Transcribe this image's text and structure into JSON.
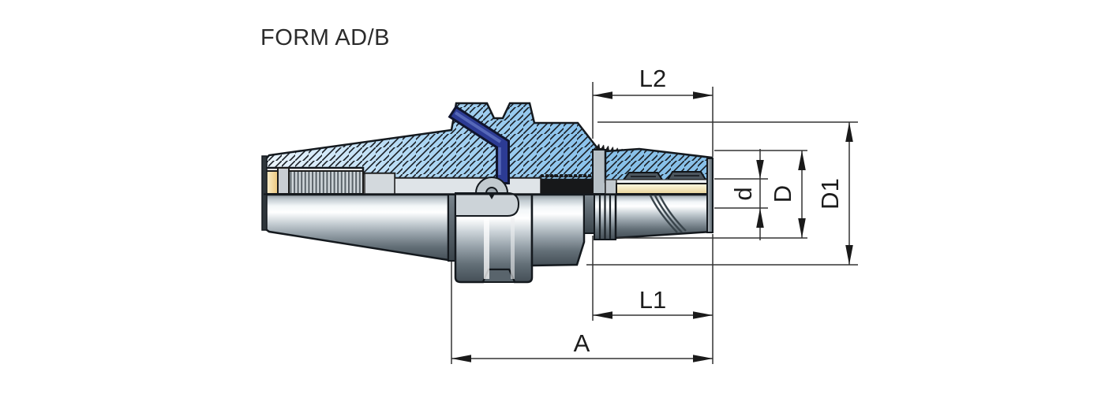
{
  "title": "FORM AD/B",
  "dimension_labels": {
    "l2": "L2",
    "l1": "L1",
    "a": "A",
    "d_small": "d",
    "d_big": "D",
    "d1": "D1"
  },
  "colors": {
    "section_fill_blue": "#8cc3ec",
    "section_fill_blue_light": "#eef6fd",
    "coolant_channel_blue": "#2c3b94",
    "collet_yellow": "#e9d49a",
    "thread_black": "#17181a",
    "outline_black": "#14191e",
    "dimension_line_gray": "#333333",
    "metal_highlight": "#ffffff",
    "metal_dark": "#454f57",
    "background": "#ffffff"
  }
}
